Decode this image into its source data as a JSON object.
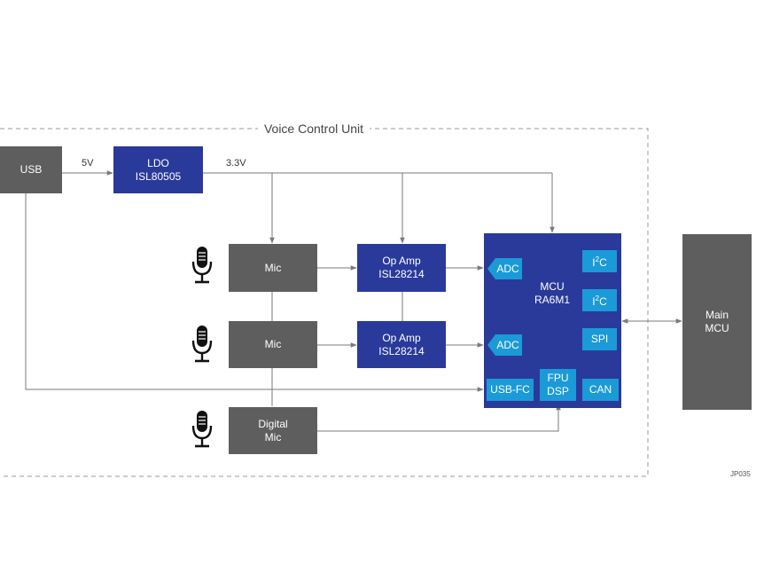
{
  "diagram": {
    "frame_title": "Voice Control Unit",
    "usb": "USB",
    "ldo_line1": "LDO",
    "ldo_line2": "ISL80505",
    "v5": "5V",
    "v33": "3.3V",
    "mic1": "Mic",
    "mic2": "Mic",
    "dmic_line1": "Digital",
    "dmic_line2": "Mic",
    "opamp1_line1": "Op Amp",
    "opamp1_line2": "ISL28214",
    "opamp2_line1": "Op Amp",
    "opamp2_line2": "ISL28214",
    "mcu_line1": "MCU",
    "mcu_line2": "RA6M1",
    "adc1": "ADC",
    "adc2": "ADC",
    "i2c_base": "I",
    "i2c_sup": "2",
    "i2c_tail": "C",
    "spi": "SPI",
    "usbfc": "USB-FC",
    "fpu": "FPU",
    "dsp": "DSP",
    "can": "CAN",
    "main_line1": "Main",
    "main_line2": "MCU",
    "code": "JP035"
  },
  "colors": {
    "gray_block": "#5e5e5e",
    "blue_block": "#2a3a9a",
    "cyan_block": "#1b9ad8",
    "wire": "#7a7a7a"
  },
  "icons": [
    "microphone-icon",
    "microphone-icon",
    "microphone-icon"
  ]
}
